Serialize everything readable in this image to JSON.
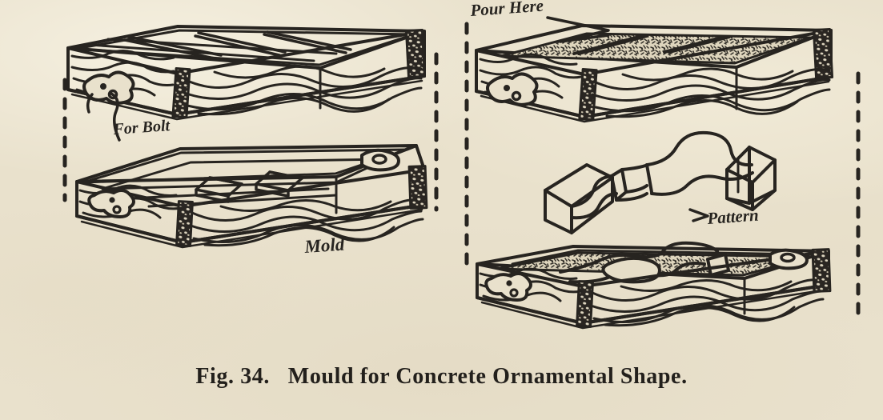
{
  "figure": {
    "caption": "Fig. 34.   Mould for Concrete Ornamental Shape.",
    "caption_number": "Fig. 34.",
    "caption_title": "Mould for Concrete Ornamental Shape.",
    "ink_color": "#272420",
    "paper_color": "#e9e1cc"
  },
  "annotations": {
    "for_bolt": "For Bolt",
    "mold": "Mold",
    "pour_here": "Pour Here",
    "pattern": "Pattern"
  },
  "parts": {
    "top_left": "mould-cover-underside",
    "bottom_left": "mould-box-open",
    "top_right": "mould-cover-filled-with-concrete",
    "middle_right": "turned-baluster-pattern",
    "bottom_right": "mould-box-with-pattern-in-concrete"
  }
}
